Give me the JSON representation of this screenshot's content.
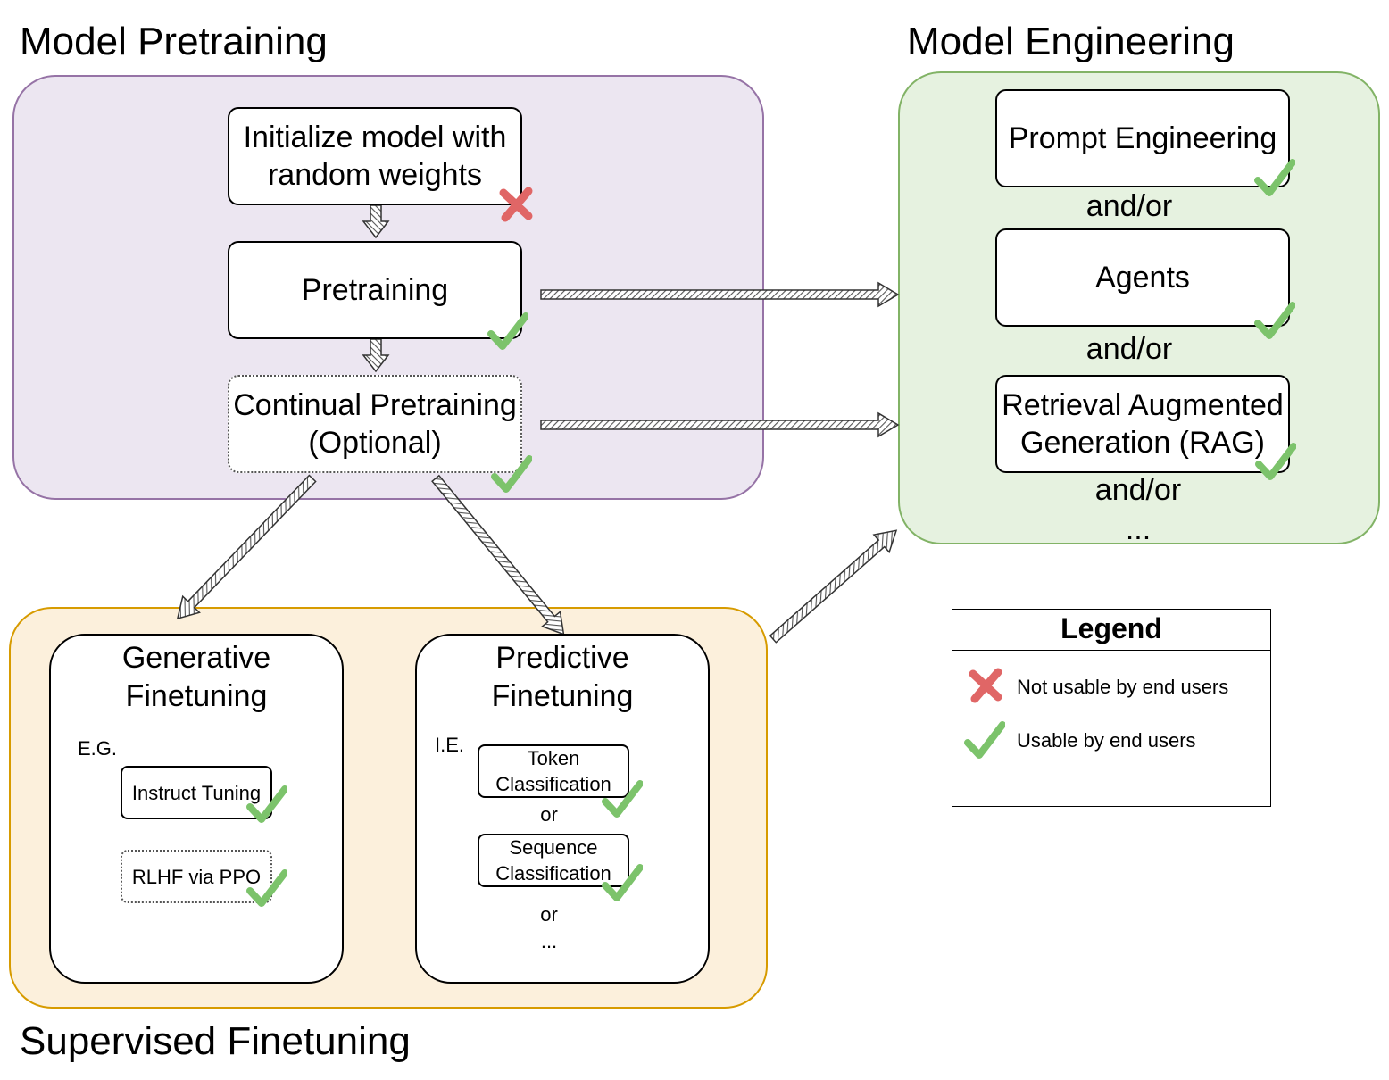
{
  "titles": {
    "model_pretraining": "Model Pretraining",
    "model_engineering": "Model Engineering",
    "supervised_finetuning": "Supervised Finetuning"
  },
  "pretraining": {
    "initialize": "Initialize model with random weights",
    "pretraining": "Pretraining",
    "continual": "Continual Pretraining (Optional)"
  },
  "engineering": {
    "prompt": "Prompt Engineering",
    "andor_1": "and/or",
    "agents": "Agents",
    "andor_2": "and/or",
    "rag": "Retrieval Augmented Generation (RAG)",
    "andor_3": "and/or",
    "ellipsis": "..."
  },
  "finetuning": {
    "generative": {
      "title": "Generative Finetuning",
      "prefix": "E.G.",
      "instruct": "Instruct Tuning",
      "rlhf": "RLHF via PPO"
    },
    "predictive": {
      "title": "Predictive Finetuning",
      "prefix": "I.E.",
      "token": "Token Classification",
      "or_1": "or",
      "sequence": "Sequence Classification",
      "or_2": "or",
      "ellipsis": "..."
    }
  },
  "legend": {
    "title": "Legend",
    "not_usable": "Not usable by end users",
    "usable": "Usable by end users"
  },
  "colors": {
    "pretraining_fill": "#ece6f1",
    "pretraining_border": "#9673a6",
    "engineering_fill": "#e6f2e0",
    "engineering_border": "#82b366",
    "finetuning_fill": "#fcf0dc",
    "finetuning_border": "#d79b00",
    "check": "#7cc36b",
    "cross": "#e06666"
  },
  "icons": {
    "check": "check-icon",
    "cross": "cross-icon",
    "arrow": "hatched-arrow"
  }
}
